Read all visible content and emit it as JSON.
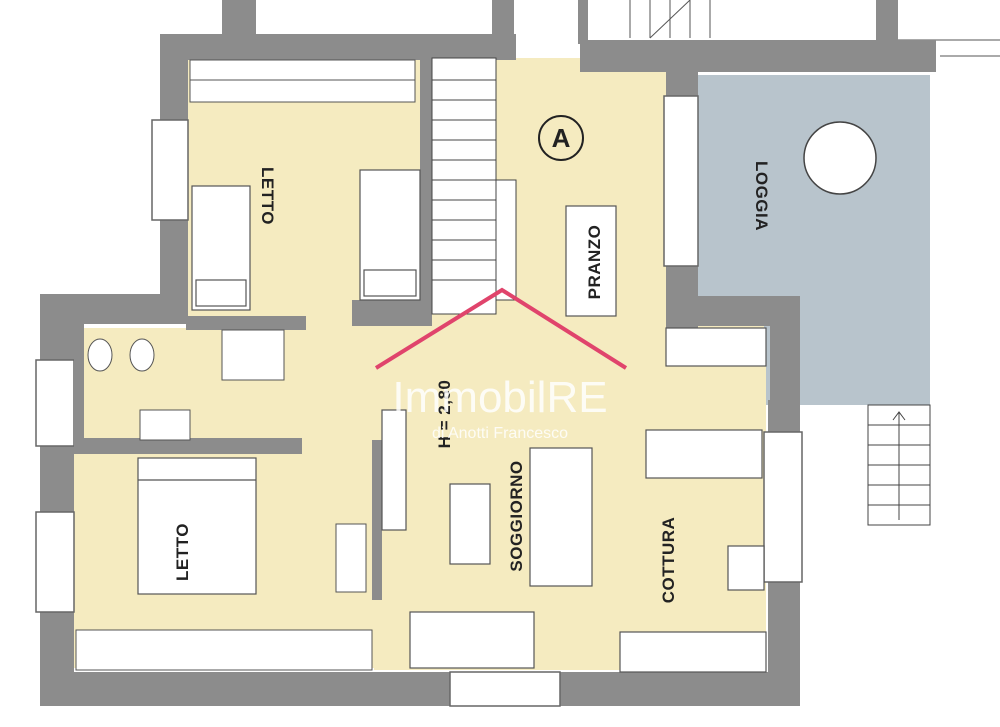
{
  "rooms": {
    "letto_top": "LETTO",
    "letto_bottom": "LETTO",
    "pranzo": "PRANZO",
    "loggia": "LOGGIA",
    "soggiorno": "SOGGIORNO",
    "height": "H = 2,80",
    "cottura": "COTTURA"
  },
  "unit_marker": "A",
  "watermark": {
    "brand": "ImmobilRE",
    "owner": "di Anotti Francesco"
  },
  "colors": {
    "floor": "#f5ebc0",
    "wall": "#8c8c8c",
    "loggia": "#b8c4cc",
    "watermark_roof": "#e0446c"
  }
}
